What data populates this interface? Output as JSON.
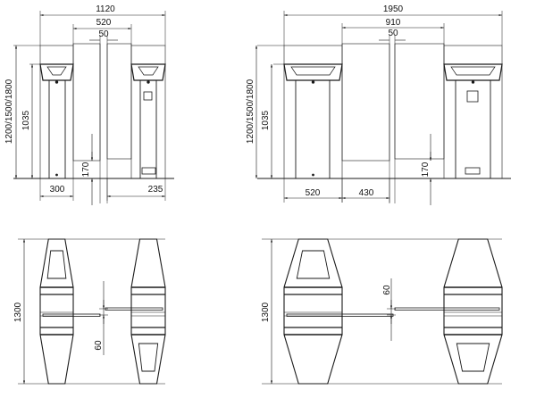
{
  "views": {
    "front_narrow": {
      "overall_width": "1120",
      "passage_width": "520",
      "gap": "50",
      "height_options": "1200/1500/1800",
      "cabinet_height": "1035",
      "panel_clearance": "170",
      "left_cabinet_width": "300",
      "right_offset": "235"
    },
    "front_wide": {
      "overall_width": "1950",
      "passage_width": "910",
      "gap": "50",
      "height_options": "1200/1500/1800",
      "cabinet_height": "1035",
      "panel_clearance": "170",
      "cabinet_width": "520",
      "panel_width": "430"
    },
    "plan_narrow": {
      "depth": "1300",
      "arm_gap": "60"
    },
    "plan_wide": {
      "depth": "1300",
      "arm_gap": "60"
    }
  },
  "colors": {
    "line": "#1a1a1a",
    "background": "#ffffff"
  }
}
